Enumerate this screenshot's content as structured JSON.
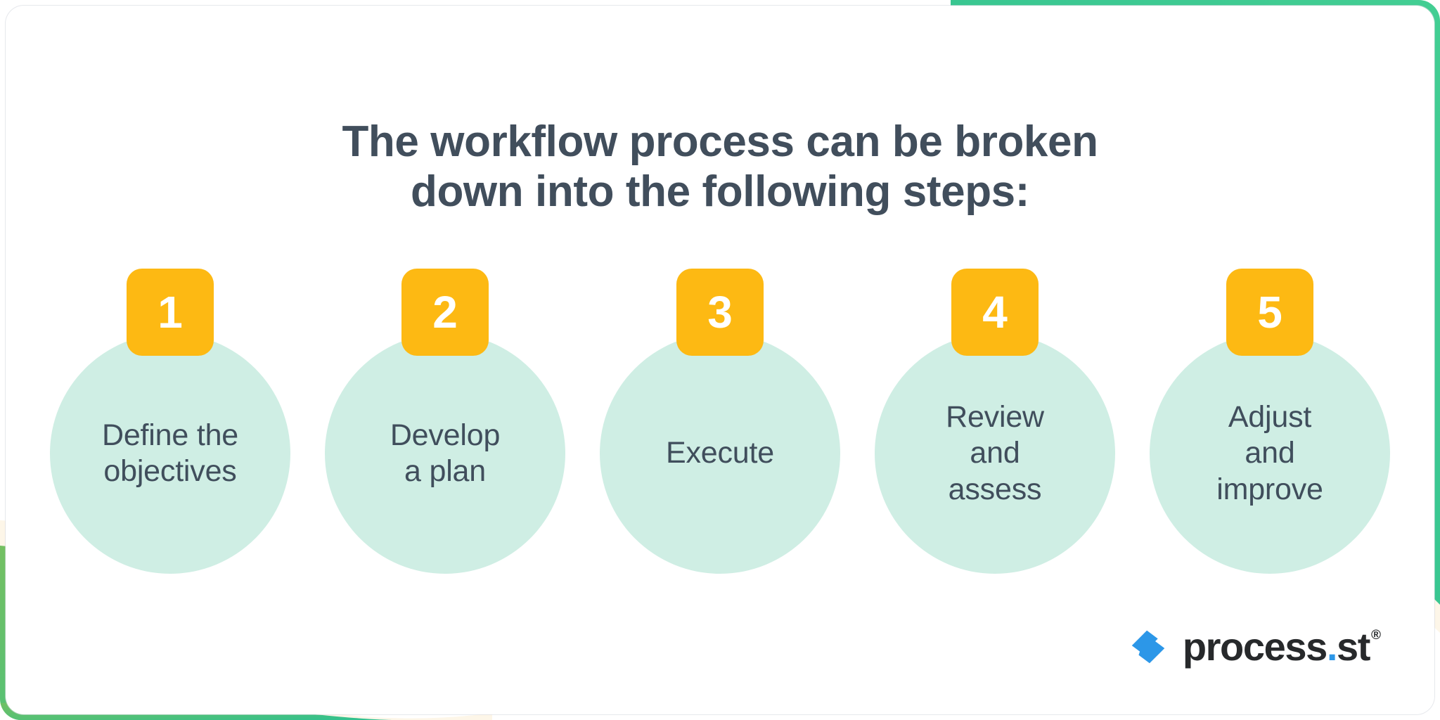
{
  "title": {
    "line1": "The workflow process can be broken",
    "line2": "down into the following steps:"
  },
  "steps": [
    {
      "number": "1",
      "label": "Define the\nobjectives"
    },
    {
      "number": "2",
      "label": "Develop\na plan"
    },
    {
      "number": "3",
      "label": "Execute"
    },
    {
      "number": "4",
      "label": "Review\nand\nassess"
    },
    {
      "number": "5",
      "label": "Adjust\nand\nimprove"
    }
  ],
  "logo": {
    "mark": "process-st-logo-icon",
    "name": "process",
    "dot": ".",
    "tld": "st",
    "registered": "®"
  },
  "colors": {
    "badge": "#FDB913",
    "badge_text": "#FFFFFF",
    "circle": "#CFEEE4",
    "text": "#404E5C",
    "title": "#414E5C",
    "wave_green_dark": "#34C18D",
    "wave_green_light": "#6CBE63",
    "wave_cream": "#FDF6E8",
    "logo_blue": "#2C97E8",
    "background": "#FFFFFF"
  }
}
